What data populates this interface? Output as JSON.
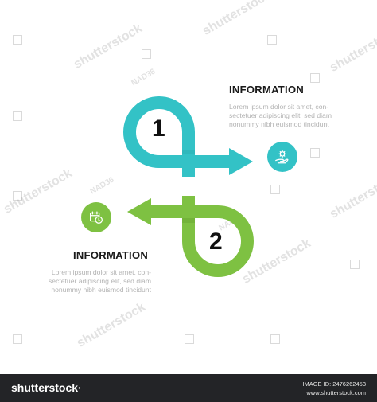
{
  "diagram": {
    "steps": [
      {
        "number": "1",
        "title": "INFORMATION",
        "body_lines": [
          "Lorem ipsum dolor sit amet, con-",
          "sectetuer adipiscing elit, sed diam",
          "nonummy nibh euismod tincidunt"
        ],
        "icon": "hand-gear-icon",
        "color": "#33c2c6"
      },
      {
        "number": "2",
        "title": "INFORMATION",
        "body_lines": [
          "Lorem ipsum dolor sit amet, con-",
          "sectetuer adipiscing elit, sed diam",
          "nonummy nibh euismod tincidunt"
        ],
        "icon": "clock-calendar-icon",
        "color": "#7ec142"
      }
    ]
  },
  "watermark": {
    "text": "shutterstock",
    "tag": "NAD36"
  },
  "footer": {
    "brand": "shutterstock·",
    "image_id": "IMAGE ID: 2476262453",
    "url": "www.shutterstock.com",
    "background": "#232427"
  }
}
